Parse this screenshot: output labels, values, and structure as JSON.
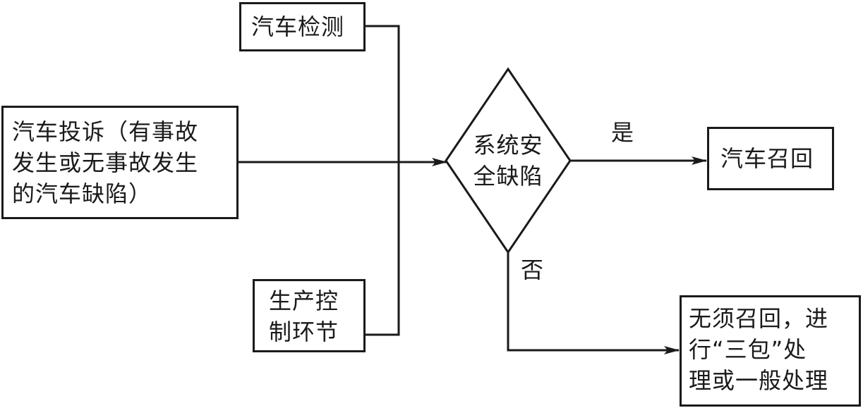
{
  "nodes": {
    "inspection": {
      "text": "汽车检测"
    },
    "complaint": {
      "text": "汽车投诉（有事故\n发生或无事故发生\n的汽车缺陷）"
    },
    "production": {
      "text": "生产控\n制环节"
    },
    "decision": {
      "text": "系统安\n全缺陷"
    },
    "recall": {
      "text": "汽车召回"
    },
    "no_recall": {
      "text": "无须召回，进\n行“三包”处\n理或一般处理"
    }
  },
  "edges": {
    "yes_label": "是",
    "no_label": "否"
  },
  "colors": {
    "line": "#1a1a1a",
    "background": "#ffffff"
  }
}
